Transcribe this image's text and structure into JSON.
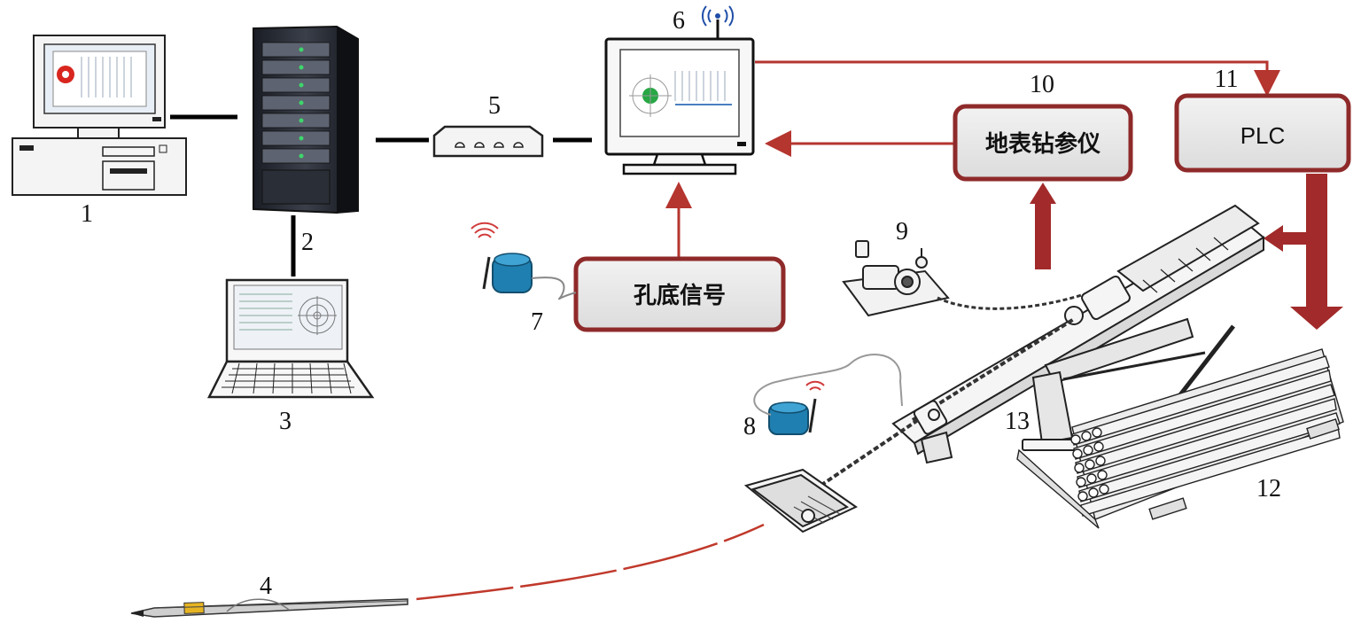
{
  "labels": {
    "n1": "1",
    "n2": "2",
    "n3": "3",
    "n4": "4",
    "n5": "5",
    "n6": "6",
    "n7": "7",
    "n8": "8",
    "n9": "9",
    "n10": "10",
    "n11": "11",
    "n12": "12",
    "n13": "13"
  },
  "boxes": {
    "surface_instrument": "地表钻参仪",
    "plc": "PLC",
    "downhole_signal": "孔底信号"
  },
  "colors": {
    "arrow_red": "#b5352f",
    "box_border": "#8f2a2a",
    "box_fill": "#ececec",
    "signal_line": "#c0392b",
    "sensor_blue": "#1f7fb0"
  },
  "icons": {
    "pc": "desktop-computer-icon",
    "server": "server-rack-icon",
    "laptop": "laptop-icon",
    "switch": "network-switch-icon",
    "monitor": "monitor-icon",
    "antenna": "wireless-antenna-icon",
    "sensor": "wireless-sensor-icon",
    "drill_rig": "drilling-rig-icon",
    "drill_pipes": "drill-pipe-stack-icon",
    "probe": "drill-probe-icon",
    "cable_reel": "cable-reel-icon"
  }
}
